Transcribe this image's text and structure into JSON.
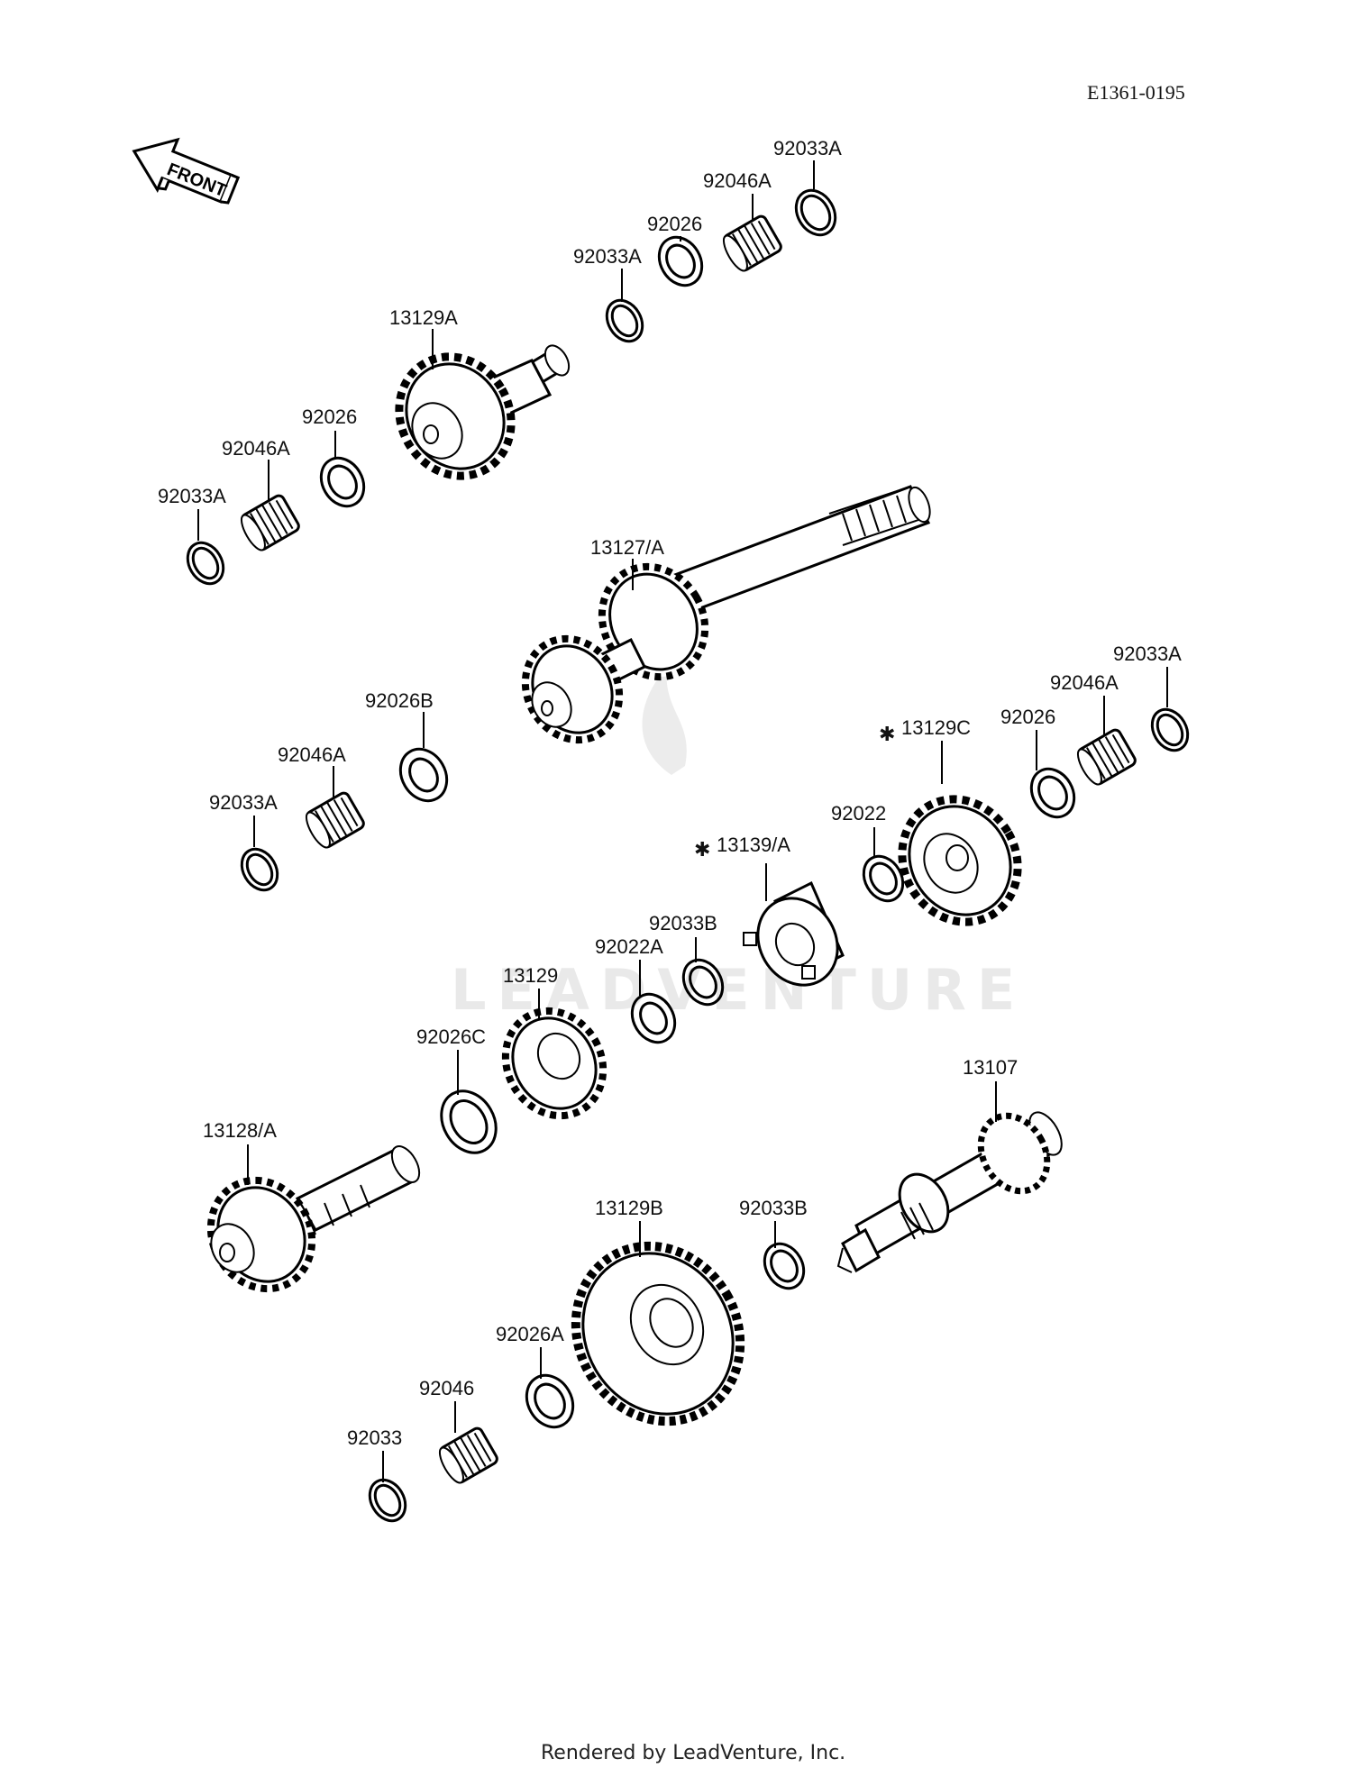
{
  "diagram_code": "E1361-0195",
  "front_arrow_text": "FRONT",
  "watermark_text": "LEADVENTURE",
  "footer_text": "Rendered by LeadVenture, Inc.",
  "labels": {
    "l_92033A_top": "92033A",
    "l_92046A_top": "92046A",
    "l_92026_top": "92026",
    "l_92033A_upper": "92033A",
    "l_13129A": "13129A",
    "l_92026_left": "92026",
    "l_92046A_left": "92046A",
    "l_92033A_left": "92033A",
    "l_13127A": "13127/A",
    "l_92026B": "92026B",
    "l_92046A_mid": "92046A",
    "l_92033A_mid": "92033A",
    "l_92033A_right": "92033A",
    "l_92046A_right": "92046A",
    "l_92026_right": "92026",
    "l_13129C": "13129C",
    "l_92022": "92022",
    "l_13139A": "13139/A",
    "l_92033B_mid": "92033B",
    "l_92022A": "92022A",
    "l_13129": "13129",
    "l_92026C": "92026C",
    "l_13107": "13107",
    "l_13128A": "13128/A",
    "l_13129B": "13129B",
    "l_92033B_low": "92033B",
    "l_92026A": "92026A",
    "l_92046": "92046",
    "l_92033": "92033"
  }
}
